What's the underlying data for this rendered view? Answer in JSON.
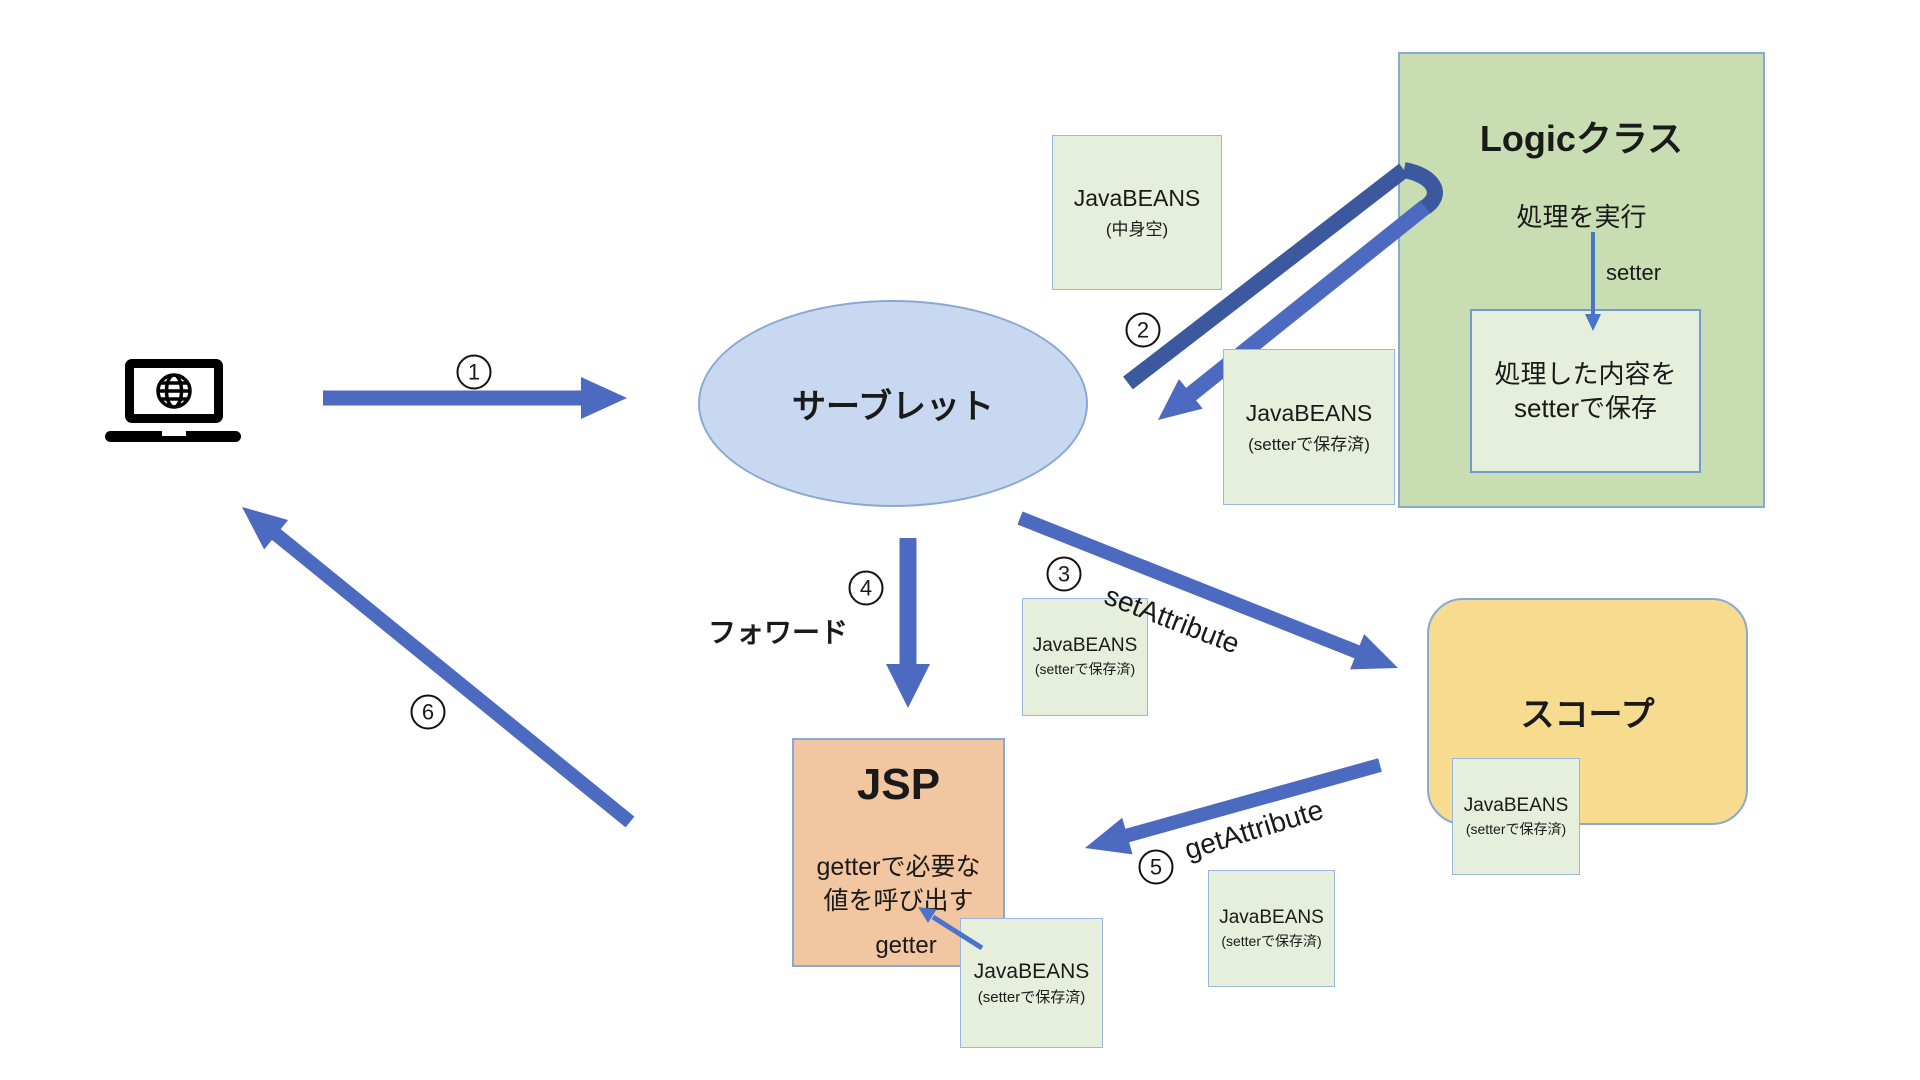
{
  "diagram": {
    "client": {
      "icon": "laptop-globe"
    },
    "servlet": {
      "label": "サーブレット"
    },
    "logic": {
      "title": "Logicクラス",
      "action": "処理を実行",
      "setter_arrow_label": "setter",
      "result_box": {
        "line1": "処理した内容を",
        "line2": "setterで保存"
      }
    },
    "scope": {
      "label": "スコープ"
    },
    "jsp": {
      "title": "JSP",
      "body": {
        "line1": "getterで必要な",
        "line2": "値を呼び出す"
      },
      "getter_arrow_label": "getter"
    },
    "beans": {
      "empty_top": {
        "line1": "JavaBEANS",
        "line2": "(中身空)"
      },
      "saved_right": {
        "line1": "JavaBEANS",
        "line2": "(setterで保存済)"
      },
      "saved_mid": {
        "line1": "JavaBEANS",
        "line2": "(setterで保存済)"
      },
      "saved_scope": {
        "line1": "JavaBEANS",
        "line2": "(setterで保存済)"
      },
      "saved_bottom": {
        "line1": "JavaBEANS",
        "line2": "(setterで保存済)"
      },
      "saved_jsp": {
        "line1": "JavaBEANS",
        "line2": "(setterで保存済)"
      }
    },
    "steps": {
      "s1": {
        "num": "1"
      },
      "s2": {
        "num": "2"
      },
      "s3": {
        "num": "3",
        "label": "setAttribute"
      },
      "s4": {
        "num": "4",
        "label": "フォワード"
      },
      "s5": {
        "num": "5",
        "label": "getAttribute"
      },
      "s6": {
        "num": "6"
      }
    },
    "colors": {
      "arrow": "#4c6ac0",
      "arrow-dark": "#3c589f",
      "arrow-thin": "#4a74c9",
      "logic": "#c9ddb2",
      "servlet": "#c8d8f0",
      "scope": "#f7dc90",
      "jsp": "#f1c6a1",
      "bean": "#e5efdc",
      "border": "#89a8d4",
      "border-inner": "#6f9bd2",
      "bean-border": "#9ab8dd"
    }
  }
}
